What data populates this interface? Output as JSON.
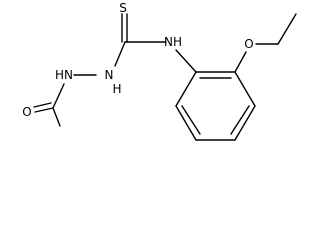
{
  "atoms": {
    "sulfur": "S",
    "thioamide_nh": "NH",
    "hydrazine_nh_left": "HN",
    "hydrazine_nh_right": "N",
    "hydrazine_h": "H",
    "carbonyl_oxygen": "O",
    "ether_oxygen": "O"
  },
  "colors": {
    "bond": "#000000",
    "label": "#000000",
    "background": "#ffffff"
  }
}
